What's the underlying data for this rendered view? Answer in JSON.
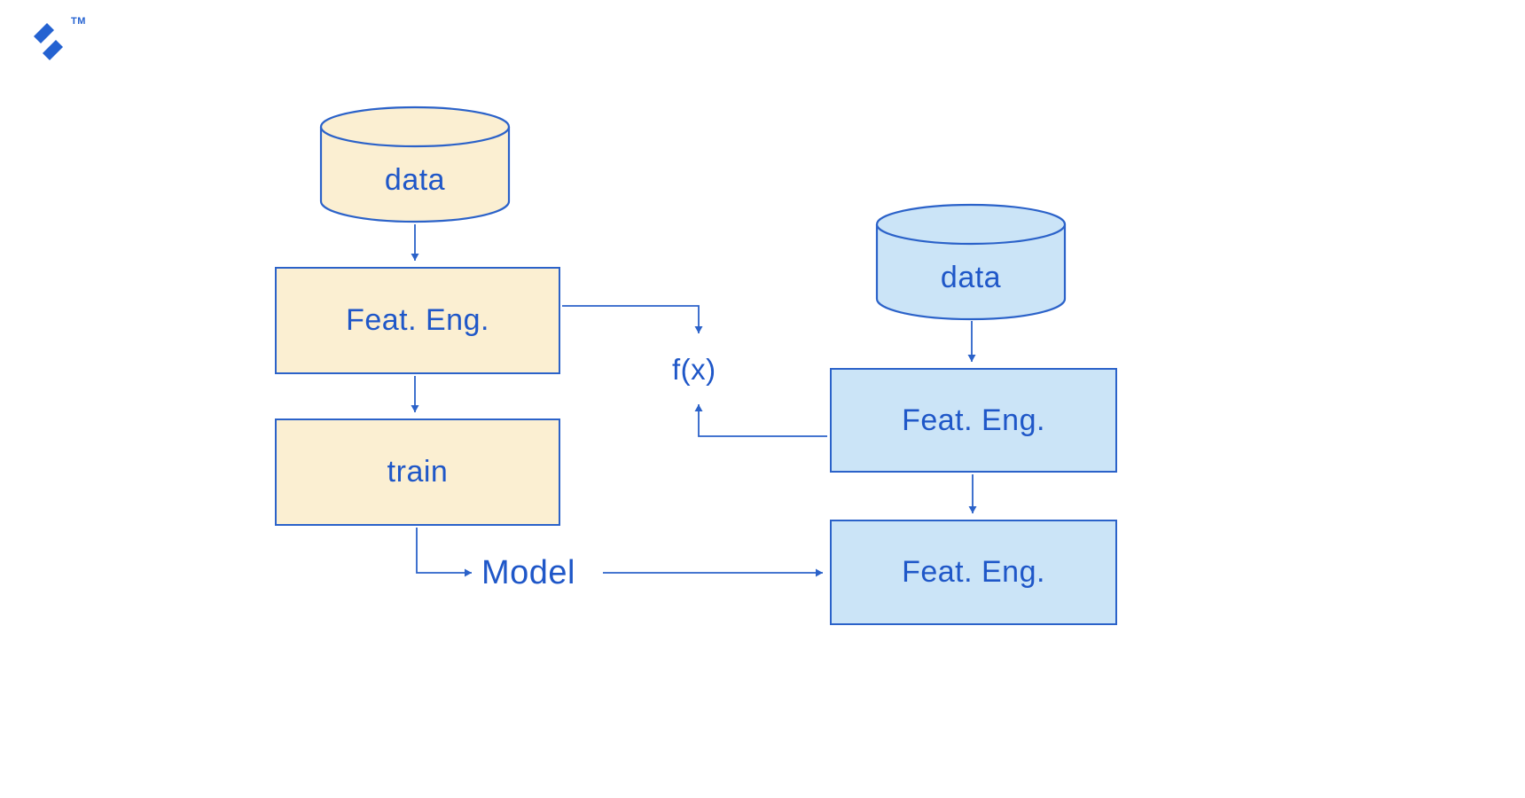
{
  "logo": {
    "trademark_label": "TM"
  },
  "colors": {
    "text_blue": "#1f57c8",
    "line_blue": "#2b62c9",
    "yellow_fill": "#fbefd2",
    "blue_fill": "#cbe4f7",
    "logo_blue": "#2462d1"
  },
  "diagram": {
    "training_pipeline": {
      "data_store_label": "data",
      "feature_engineering_label": "Feat. Eng.",
      "train_label": "train",
      "model_label": "Model"
    },
    "prediction_pipeline": {
      "data_store_label": "data",
      "feature_engineering_label": "Feat. Eng.",
      "feature_engineering_2_label": "Feat. Eng."
    },
    "function_label": "f(x)"
  }
}
